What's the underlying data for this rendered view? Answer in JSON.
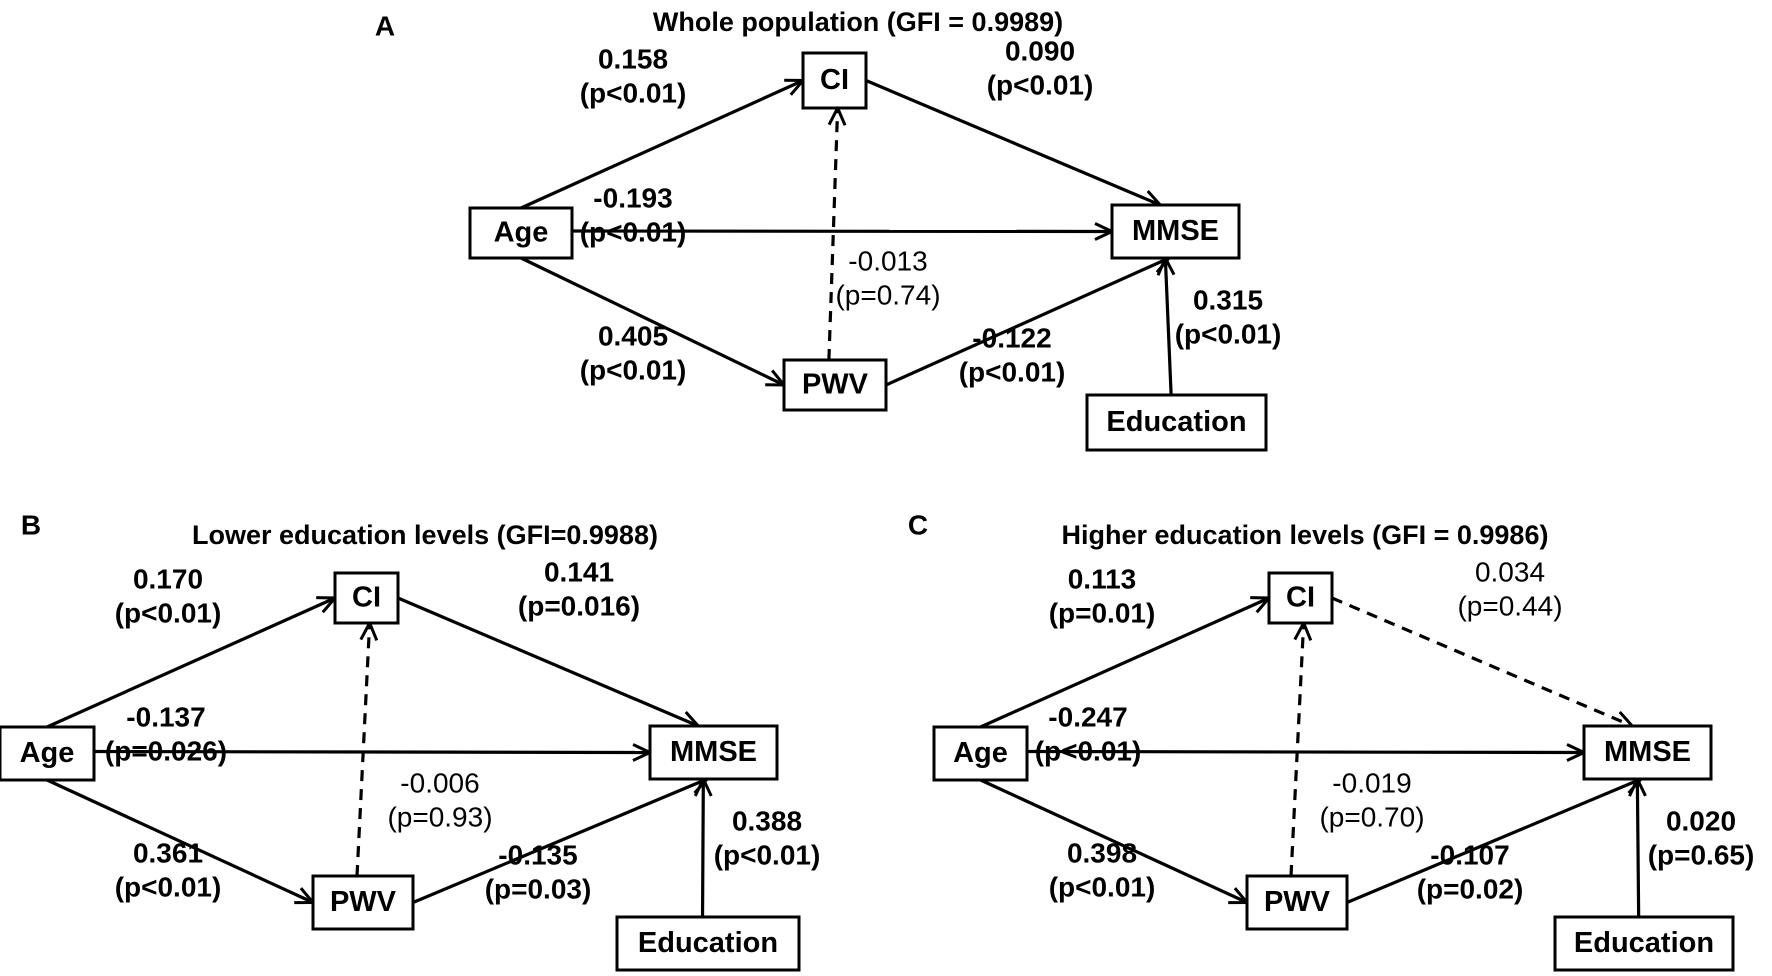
{
  "panels": [
    {
      "id": "A",
      "letter": "A",
      "title": "Whole population (GFI = 0.9989)",
      "nodes": {
        "CI": "CI",
        "Age": "Age",
        "MMSE": "MMSE",
        "PWV": "PWV",
        "Education": "Education"
      },
      "edges": [
        {
          "from": "Age",
          "to": "CI",
          "coef": "0.158",
          "p": "(p<0.01)",
          "significant": true
        },
        {
          "from": "CI",
          "to": "MMSE",
          "coef": "0.090",
          "p": "(p<0.01)",
          "significant": true
        },
        {
          "from": "Age",
          "to": "MMSE",
          "coef": "-0.193",
          "p": "(p<0.01)",
          "significant": true
        },
        {
          "from": "PWV",
          "to": "CI",
          "coef": "-0.013",
          "p": "(p=0.74)",
          "significant": false
        },
        {
          "from": "Age",
          "to": "PWV",
          "coef": "0.405",
          "p": "(p<0.01)",
          "significant": true
        },
        {
          "from": "PWV",
          "to": "MMSE",
          "coef": "-0.122",
          "p": "(p<0.01)",
          "significant": true
        },
        {
          "from": "Education",
          "to": "MMSE",
          "coef": "0.315",
          "p": "(p<0.01)",
          "significant": true
        }
      ]
    },
    {
      "id": "B",
      "letter": "B",
      "title": "Lower education levels (GFI=0.9988)",
      "nodes": {
        "CI": "CI",
        "Age": "Age",
        "MMSE": "MMSE",
        "PWV": "PWV",
        "Education": "Education"
      },
      "edges": [
        {
          "from": "Age",
          "to": "CI",
          "coef": "0.170",
          "p": "(p<0.01)",
          "significant": true
        },
        {
          "from": "CI",
          "to": "MMSE",
          "coef": "0.141",
          "p": "(p=0.016)",
          "significant": true
        },
        {
          "from": "Age",
          "to": "MMSE",
          "coef": "-0.137",
          "p": "(p=0.026)",
          "significant": true
        },
        {
          "from": "PWV",
          "to": "CI",
          "coef": "-0.006",
          "p": "(p=0.93)",
          "significant": false
        },
        {
          "from": "Age",
          "to": "PWV",
          "coef": "0.361",
          "p": "(p<0.01)",
          "significant": true
        },
        {
          "from": "PWV",
          "to": "MMSE",
          "coef": "-0.135",
          "p": "(p=0.03)",
          "significant": true
        },
        {
          "from": "Education",
          "to": "MMSE",
          "coef": "0.388",
          "p": "(p<0.01)",
          "significant": true
        }
      ]
    },
    {
      "id": "C",
      "letter": "C",
      "title": "Higher education levels (GFI = 0.9986)",
      "nodes": {
        "CI": "CI",
        "Age": "Age",
        "MMSE": "MMSE",
        "PWV": "PWV",
        "Education": "Education"
      },
      "edges": [
        {
          "from": "Age",
          "to": "CI",
          "coef": "0.113",
          "p": "(p=0.01)",
          "significant": true
        },
        {
          "from": "CI",
          "to": "MMSE",
          "coef": "0.034",
          "p": "(p=0.44)",
          "significant": false
        },
        {
          "from": "Age",
          "to": "MMSE",
          "coef": "-0.247",
          "p": "(p<0.01)",
          "significant": true
        },
        {
          "from": "PWV",
          "to": "CI",
          "coef": "-0.019",
          "p": "(p=0.70)",
          "significant": false
        },
        {
          "from": "Age",
          "to": "PWV",
          "coef": "0.398",
          "p": "(p<0.01)",
          "significant": true
        },
        {
          "from": "PWV",
          "to": "MMSE",
          "coef": "-0.107",
          "p": "(p=0.02)",
          "significant": true
        },
        {
          "from": "Education",
          "to": "MMSE",
          "coef": "0.020",
          "p": "(p=0.65)",
          "significant": true
        }
      ]
    }
  ]
}
